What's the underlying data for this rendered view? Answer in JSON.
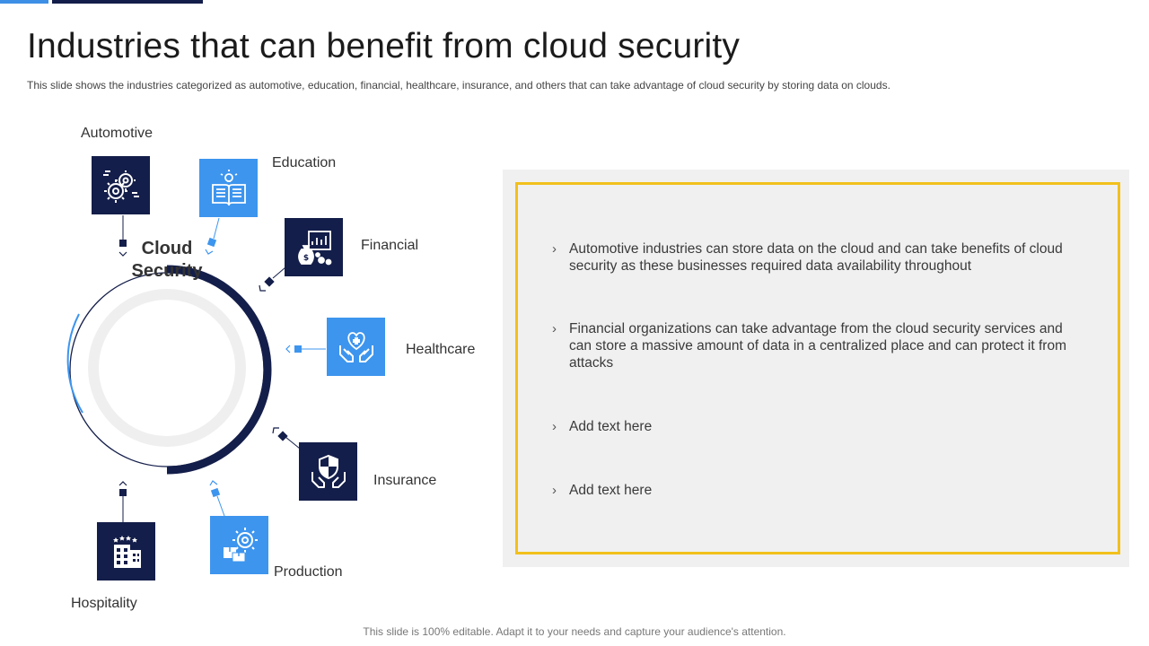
{
  "slide": {
    "title": "Industries that can benefit from cloud security",
    "subtitle": "This slide shows the industries categorized as automotive,  education, financial, healthcare, insurance, and others that can take advantage  of cloud security by storing data on clouds.",
    "footer": "This slide is 100% editable. Adapt it to your needs and capture your audience's attention."
  },
  "center": {
    "line1": "Cloud",
    "line2": "Security"
  },
  "industries": {
    "automotive": {
      "label": "Automotive",
      "icon": "gears-icon",
      "color": "#141e4a"
    },
    "education": {
      "label": "Education",
      "icon": "book-lightbulb-icon",
      "color": "#3d95ee"
    },
    "financial": {
      "label": "Financial",
      "icon": "money-chart-icon",
      "color": "#141e4a"
    },
    "healthcare": {
      "label": "Healthcare",
      "icon": "heart-hands-icon",
      "color": "#3d95ee"
    },
    "insurance": {
      "label": "Insurance",
      "icon": "shield-hands-icon",
      "color": "#141e4a"
    },
    "production": {
      "label": "Production",
      "icon": "gear-boxes-icon",
      "color": "#3d95ee"
    },
    "hospitality": {
      "label": "Hospitality",
      "icon": "hotel-building-icon",
      "color": "#141e4a"
    }
  },
  "panel": {
    "border_color": "#f2c01c",
    "bullets": [
      "Automotive industries can store data on the cloud and can take benefits of cloud security as these businesses required data availability throughout",
      "Financial organizations can take advantage from the cloud security services and can store a massive amount  of data in a centralized place and can protect it from attacks",
      "Add text here",
      "Add text here"
    ]
  }
}
